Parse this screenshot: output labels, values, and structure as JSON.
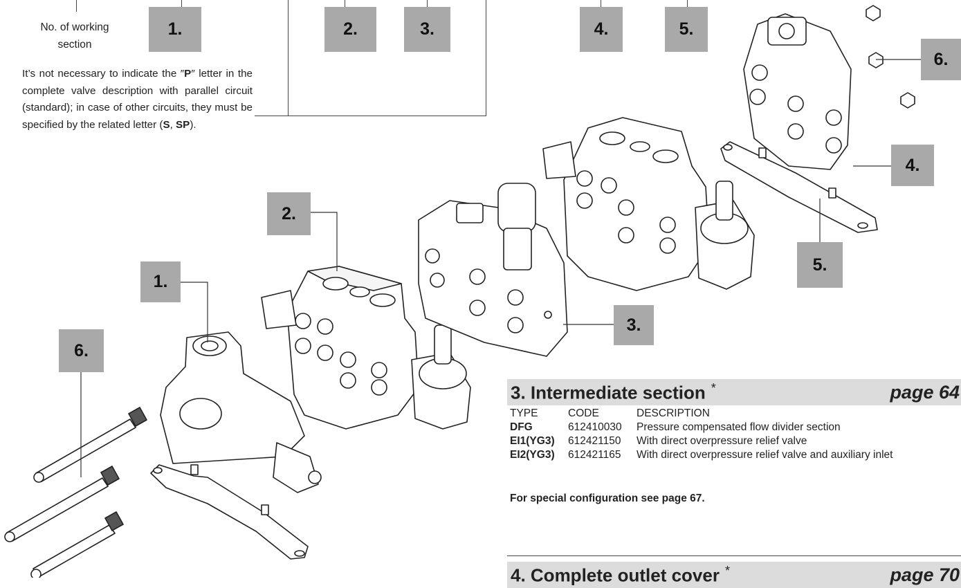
{
  "top_labels": {
    "working_section": "No. of working section",
    "t1": "1.",
    "t2": "2.",
    "t3": "3.",
    "t4": "4.",
    "t5": "5."
  },
  "note": {
    "part1": "It’s not necessary to indicate the ″",
    "bold1": "P",
    "part2": "″ letter in the complete valve description with parallel circuit (standard); in case of other circuits, they must be specified by the related letter (",
    "bold2": "S",
    "part3": ", ",
    "bold3": "SP",
    "part4": ")."
  },
  "callouts": {
    "c1": "1.",
    "c2": "2.",
    "c3": "3.",
    "c4": "4.",
    "c5": "5.",
    "c6a": "6.",
    "c6b": "6."
  },
  "section3": {
    "title": "3. Intermediate section",
    "asterisk": "*",
    "page": "page 64",
    "headers": {
      "type": "TYPE",
      "code": "CODE",
      "description": "DESCRIPTION"
    },
    "rows": [
      {
        "type": "DFG",
        "code": "612410030",
        "description": "Pressure compensated flow divider section"
      },
      {
        "type": "EI1(YG3)",
        "code": "612421150",
        "description": "With direct overpressure relief valve"
      },
      {
        "type": "EI2(YG3)",
        "code": "612421165",
        "description": "With direct overpressure relief valve and auxiliary inlet"
      }
    ],
    "note": "For special configuration see page 67."
  },
  "section4": {
    "title": "4. Complete outlet cover",
    "asterisk": "*",
    "page": "page 70"
  }
}
